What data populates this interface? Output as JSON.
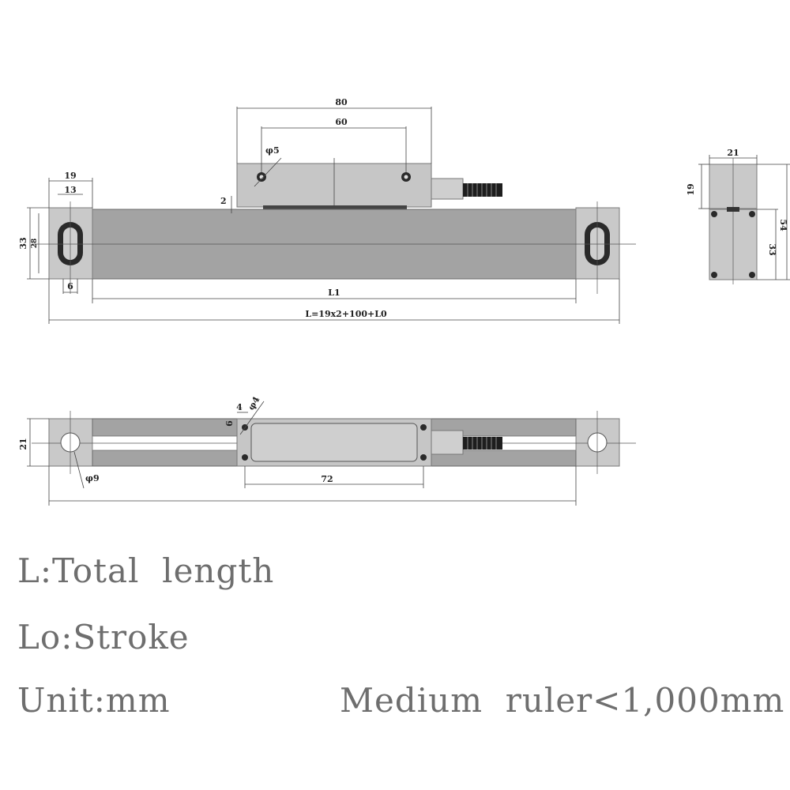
{
  "colors": {
    "scale_body": "#a3a3a3",
    "end_block": "#c9c9c9",
    "hole": "#2a2a2a",
    "legend_text": "#6e6e6e"
  },
  "front_view": {
    "dim_reader_width": "80",
    "dim_hole_spacing": "60",
    "dim_hole_diameter": "φ5",
    "dim_gap": "2",
    "dim_end_width": "19",
    "dim_slot_width": "13",
    "dim_height": "33",
    "dim_inner_height": "28",
    "dim_edge_offset": "6",
    "dim_l1": "L1",
    "dim_total": "L=19x2+100+L0"
  },
  "side_view": {
    "dim_width": "21",
    "dim_top_height": "19",
    "dim_body_height": "33",
    "dim_total_height": "54"
  },
  "bottom_view": {
    "dim_height": "21",
    "dim_hole_offset_h": "4",
    "dim_hole_offset_v": "6",
    "dim_small_hole": "φ4",
    "dim_mount_hole": "φ9",
    "dim_reader_spacing": "72"
  },
  "legend": {
    "line1_key": "L",
    "line1_value": "Total  length",
    "line2_key": "Lo",
    "line2_value": "Stroke",
    "line3_key": "Unit",
    "line3_value": "mm",
    "separator": ":",
    "note": "Medium  ruler<1,000mm"
  }
}
